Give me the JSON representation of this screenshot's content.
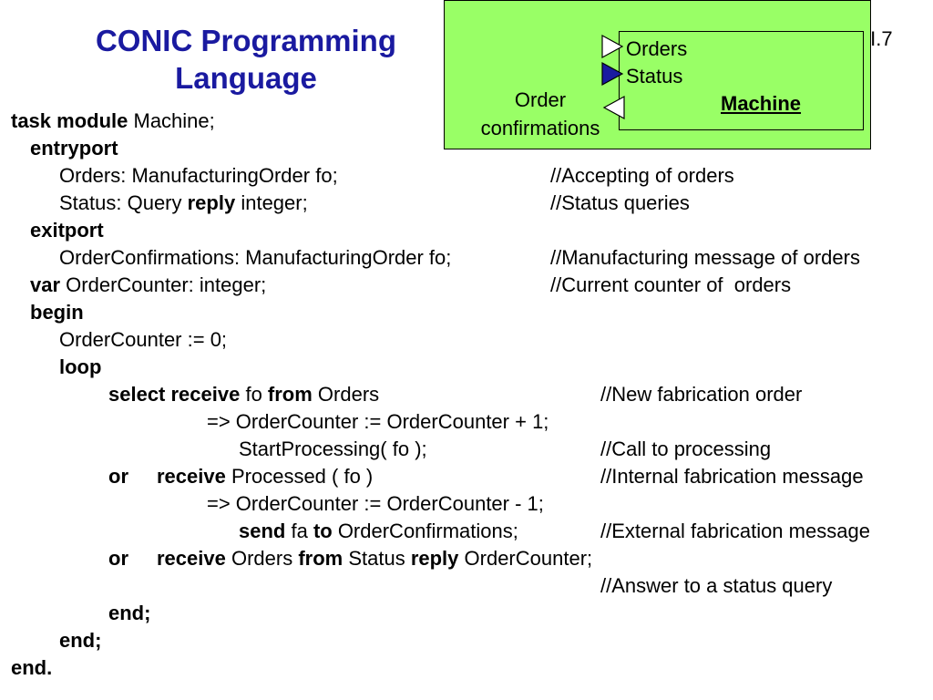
{
  "title": {
    "line1": "CONIC Programming",
    "line2": "Language"
  },
  "slide_number": "II.7",
  "diagram": {
    "ports": {
      "orders": "Orders",
      "status": "Status",
      "order_confirmations": "Order confirmations"
    },
    "machine_label": "Machine",
    "colors": {
      "background": "#99ff66",
      "port_filled": "#1a1aa0"
    },
    "icons": [
      "input-port-open-triangle-icon",
      "input-port-filled-triangle-icon",
      "output-port-open-triangle-icon"
    ]
  },
  "code": {
    "l1": {
      "kw1": "task module",
      "text1": " Machine;"
    },
    "l2": {
      "kw1": "entryport"
    },
    "l3": {
      "text1": "Orders: ManufacturingOrder fo;",
      "comment": "//Accepting of orders"
    },
    "l4": {
      "text1": "Status: Query ",
      "kw1": "reply",
      "text2": " integer;",
      "comment": "//Status queries"
    },
    "l5": {
      "kw1": "exitport"
    },
    "l6": {
      "text1": "OrderConfirmations: ManufacturingOrder fo;",
      "comment": "//Manufacturing message of orders"
    },
    "l7": {
      "kw1": "var",
      "text1": " OrderCounter: integer;",
      "comment": "//Current counter of  orders"
    },
    "l8": {
      "kw1": "begin"
    },
    "l9": {
      "text1": "OrderCounter := 0;"
    },
    "l10": {
      "kw1": "loop"
    },
    "l11": {
      "kw1": "select receive",
      "text1": " fo ",
      "kw2": "from",
      "text2": " Orders",
      "comment": "//New fabrication order"
    },
    "l12": {
      "text1": "=> OrderCounter := OrderCounter + 1;"
    },
    "l13": {
      "text1": "StartProcessing( fo );",
      "comment": "//Call to processing"
    },
    "l14": {
      "kw1": "or",
      "kw2": "receive",
      "text1": " Processed ( fo )",
      "comment": "//Internal fabrication message"
    },
    "l15": {
      "text1": "=> OrderCounter := OrderCounter - 1;"
    },
    "l16": {
      "kw1": "send",
      "text1": " fa ",
      "kw2": "to",
      "text2": " OrderConfirmations;",
      "comment": "//External fabrication message"
    },
    "l17": {
      "kw1": "or",
      "kw2": "receive",
      "text1": " Orders ",
      "kw3": "from",
      "text2": " Status ",
      "kw4": "reply",
      "text3": " OrderCounter;"
    },
    "l18": {
      "comment": "//Answer to a status query"
    },
    "l19": {
      "kw1": "end;"
    },
    "l20": {
      "kw1": "end;"
    },
    "l21": {
      "kw1": "end."
    }
  }
}
